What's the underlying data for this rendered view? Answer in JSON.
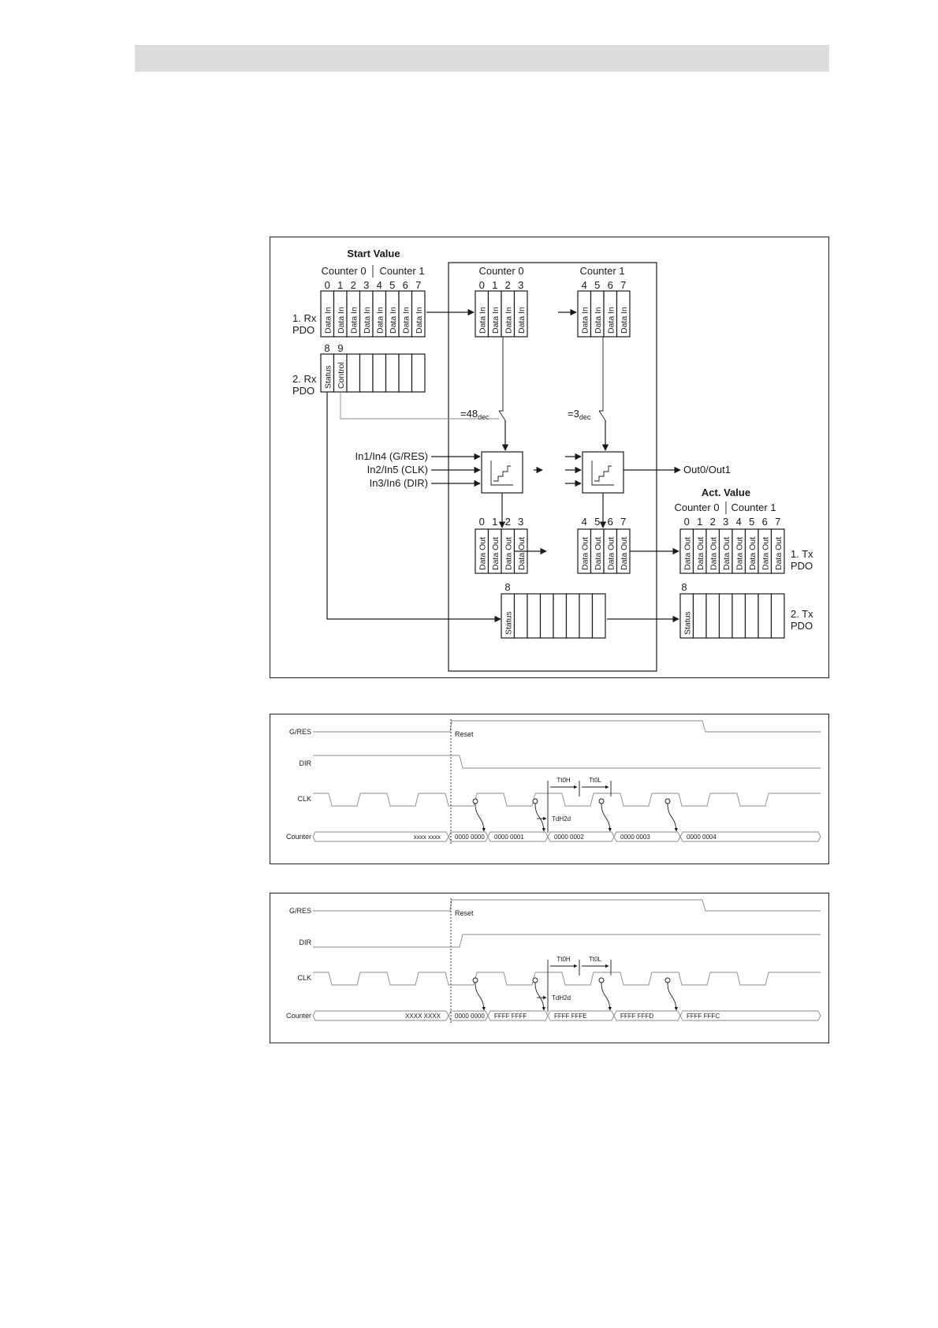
{
  "block_diagram": {
    "start_value_title": "Start Value",
    "act_value_title": "Act. Value",
    "counter0": "Counter 0",
    "counter1": "Counter 1",
    "data_in": "Data In",
    "data_out": "Data Out",
    "status": "Status",
    "control": "Control",
    "rx1_l1": "1. Rx",
    "rx1_l2": "PDO",
    "rx2_l1": "2. Rx",
    "rx2_l2": "PDO",
    "tx1_l1": "1. Tx",
    "tx1_l2": "PDO",
    "tx2_l1": "2. Tx",
    "tx2_l2": "PDO",
    "eq48_num": "=48",
    "eq48_sub": "dec",
    "eq3_num": "=3",
    "eq3_sub": "dec",
    "input_gres": "In1/In4 (G/RES)",
    "input_clk": "In2/In5 (CLK)",
    "input_dir": "In3/In6 (DIR)",
    "output": "Out0/Out1",
    "idx": [
      "0",
      "1",
      "2",
      "3",
      "4",
      "5",
      "6",
      "7",
      "8",
      "9"
    ]
  },
  "timing_up": {
    "signals": [
      "G/RES",
      "DIR",
      "CLK",
      "Counter"
    ],
    "reset": "Reset",
    "t0h": "Tt0H",
    "t0l": "Tt0L",
    "tdh": "TdH2d",
    "values": [
      "xxxx xxxx",
      "0000 0000",
      "0000 0001",
      "0000 0002",
      "0000 0003",
      "0000 0004"
    ]
  },
  "timing_down": {
    "signals": [
      "G/RES",
      "DIR",
      "CLK",
      "Counter"
    ],
    "reset": "Reset",
    "t0h": "Tt0H",
    "t0l": "Tt0L",
    "tdh": "TdH2d",
    "values": [
      "XXXX XXXX",
      "0000 0000",
      "FFFF FFFF",
      "FFFF FFFE",
      "FFFF FFFD",
      "FFFF FFFC"
    ]
  }
}
